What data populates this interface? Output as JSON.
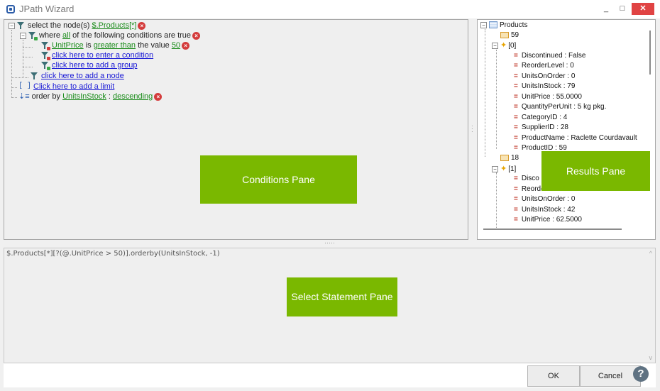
{
  "window": {
    "title": "JPath Wizard",
    "minimize_label": "_",
    "maximize_label": "□",
    "close_label": "✕"
  },
  "conditions": {
    "select_text": "select the node(s)",
    "select_path": "$.Products[*]",
    "where_text": "where",
    "where_quantifier": "all",
    "where_suffix": "of the following conditions are true",
    "cond_field": "UnitPrice",
    "cond_is": "is",
    "cond_op": "greater than",
    "cond_the_value": "the value",
    "cond_value": "50",
    "add_condition": "click here to enter a condition",
    "add_group": "click here to add a group",
    "add_node": "click here to add a node",
    "add_limit": "Click here to add a limit",
    "limit_icon": "[ ]",
    "order_text": "order by",
    "order_field": "UnitsInStock",
    "order_sep": ":",
    "order_dir": "descending",
    "remove_icon": "×"
  },
  "results": {
    "root": "Products",
    "items": [
      {
        "count": "59",
        "index": "[0]",
        "fields": [
          "Discontinued : False",
          "ReorderLevel : 0",
          "UnitsOnOrder : 0",
          "UnitsInStock : 79",
          "UnitPrice : 55.0000",
          "QuantityPerUnit : 5 kg pkg.",
          "CategoryID : 4",
          "SupplierID : 28",
          "ProductName : Raclette Courdavault",
          "ProductID : 59"
        ]
      },
      {
        "count": "18",
        "index": "[1]",
        "fields": [
          "Disco",
          "Reorde",
          "UnitsOnOrder : 0",
          "UnitsInStock : 42",
          "UnitPrice : 62.5000"
        ]
      }
    ]
  },
  "statement": {
    "text": "$.Products[*][?(@.UnitPrice > 50)].orderby(UnitsInStock, -1)"
  },
  "buttons": {
    "ok": "OK",
    "cancel": "Cancel",
    "help": "?"
  },
  "labels": {
    "conditions_pane": "Conditions Pane",
    "results_pane": "Results Pane",
    "statement_pane": "Select Statement Pane"
  },
  "colors": {
    "accent_green": "#7ab800",
    "link_green": "#1b8c1b",
    "link_blue": "#1a1ad6",
    "remove_red": "#d43c3c",
    "close_red": "#e04343"
  }
}
